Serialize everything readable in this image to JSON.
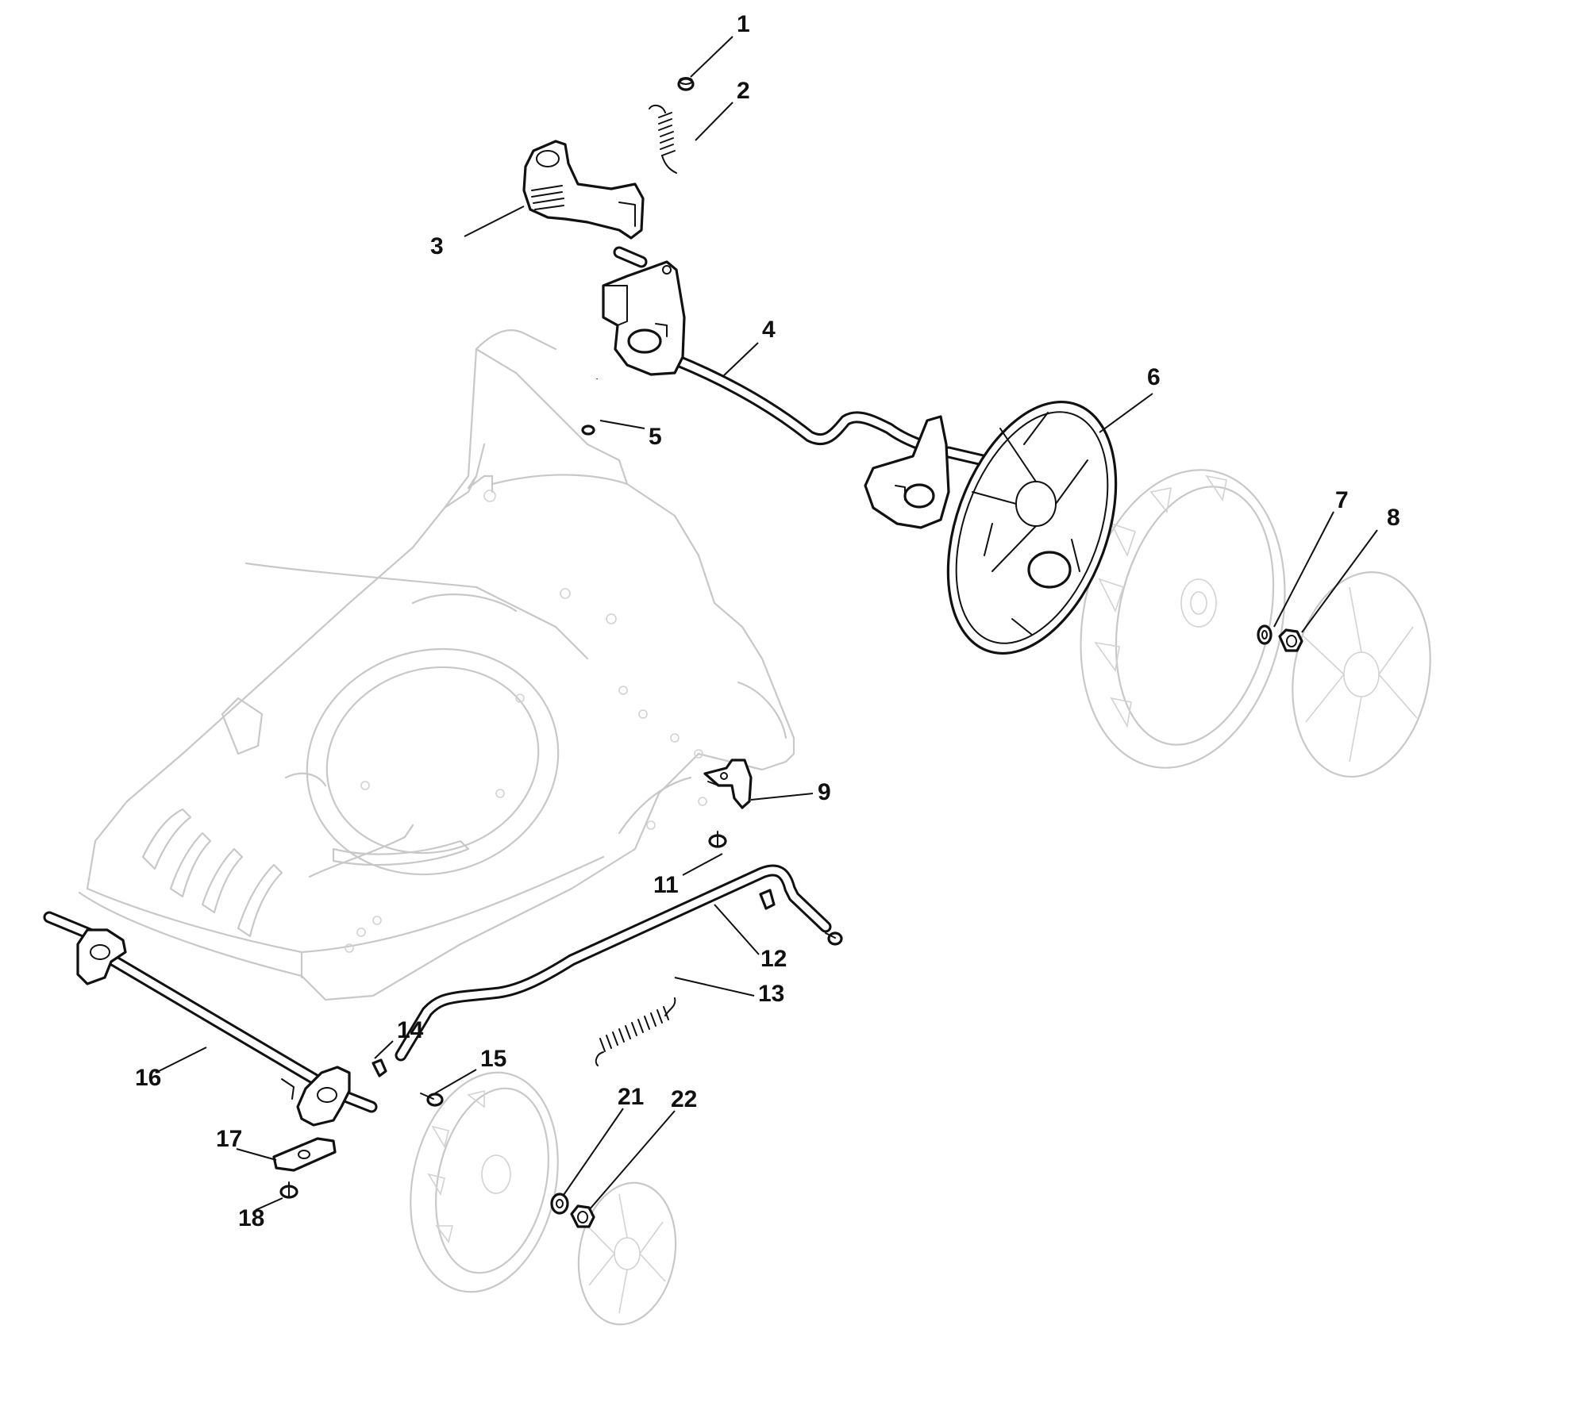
{
  "callouts": [
    {
      "id": "1",
      "label": "1"
    },
    {
      "id": "2",
      "label": "2"
    },
    {
      "id": "3",
      "label": "3"
    },
    {
      "id": "4",
      "label": "4"
    },
    {
      "id": "5",
      "label": "5"
    },
    {
      "id": "6",
      "label": "6"
    },
    {
      "id": "7",
      "label": "7"
    },
    {
      "id": "8",
      "label": "8"
    },
    {
      "id": "9",
      "label": "9"
    },
    {
      "id": "11",
      "label": "11"
    },
    {
      "id": "12",
      "label": "12"
    },
    {
      "id": "13",
      "label": "13"
    },
    {
      "id": "14",
      "label": "14"
    },
    {
      "id": "15",
      "label": "15"
    },
    {
      "id": "16",
      "label": "16"
    },
    {
      "id": "17",
      "label": "17"
    },
    {
      "id": "18",
      "label": "18"
    },
    {
      "id": "21",
      "label": "21"
    },
    {
      "id": "22",
      "label": "22"
    }
  ]
}
